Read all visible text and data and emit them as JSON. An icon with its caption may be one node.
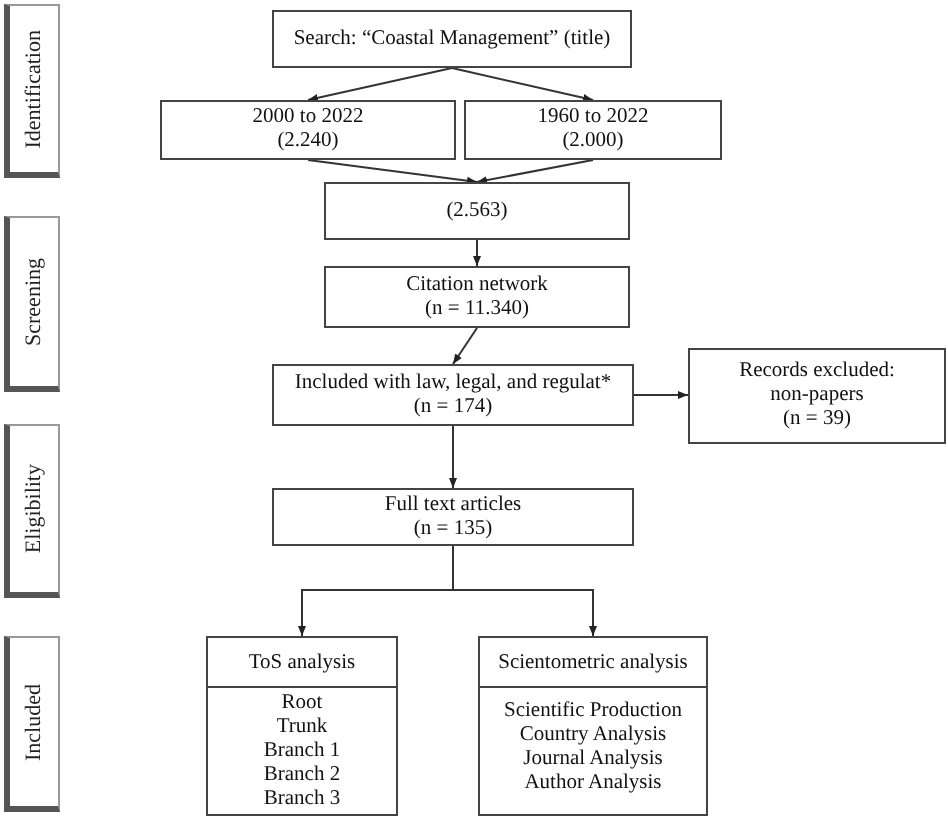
{
  "diagram": {
    "nodes": [
      {
        "text": [
          "Identification"
        ]
      },
      {
        "text": [
          "Screening"
        ]
      },
      {
        "text": [
          "Eligibility"
        ]
      },
      {
        "text": [
          "Included"
        ]
      },
      {
        "text": [
          "Search: “Coastal Management” (title)"
        ]
      },
      {
        "text": [
          "2000 to 2022",
          "(2.240)"
        ]
      },
      {
        "text": [
          "1960 to 2022",
          "(2.000)"
        ]
      },
      {
        "text": [
          "(2.563)"
        ]
      },
      {
        "text": [
          "Citation network",
          "(n = 11.340)"
        ]
      },
      {
        "text": [
          "Included with law, legal, and regulat*",
          "(n = 174)"
        ]
      },
      {
        "text": [
          "Records excluded:",
          "non-papers",
          "(n = 39)"
        ]
      },
      {
        "text": [
          "Full text articles",
          "(n = 135)"
        ]
      },
      {
        "text": [
          "ToS analysis",
          "Root",
          "Trunk",
          "Branch 1",
          "Branch 2",
          "Branch 3"
        ]
      },
      {
        "text": [
          "Scientometric analysis",
          "Scientific Production",
          "Country Analysis",
          "Journal Analysis",
          "Author Analysis"
        ]
      }
    ],
    "edges": [
      {
        "from": 4,
        "to": 5,
        "arrow": "to"
      },
      {
        "from": 4,
        "to": 6,
        "arrow": "to"
      },
      {
        "from": 5,
        "to": 7,
        "arrow": "to"
      },
      {
        "from": 6,
        "to": 7,
        "arrow": "to"
      },
      {
        "from": 7,
        "to": 8,
        "arrow": "to"
      },
      {
        "from": 8,
        "to": 9,
        "arrow": "to"
      },
      {
        "from": 9,
        "to": 10,
        "arrow": "to"
      },
      {
        "from": 9,
        "to": 11,
        "arrow": "to"
      },
      {
        "from": 11,
        "to": 12,
        "arrow": "to"
      },
      {
        "from": 11,
        "to": 13,
        "arrow": "to"
      }
    ]
  }
}
